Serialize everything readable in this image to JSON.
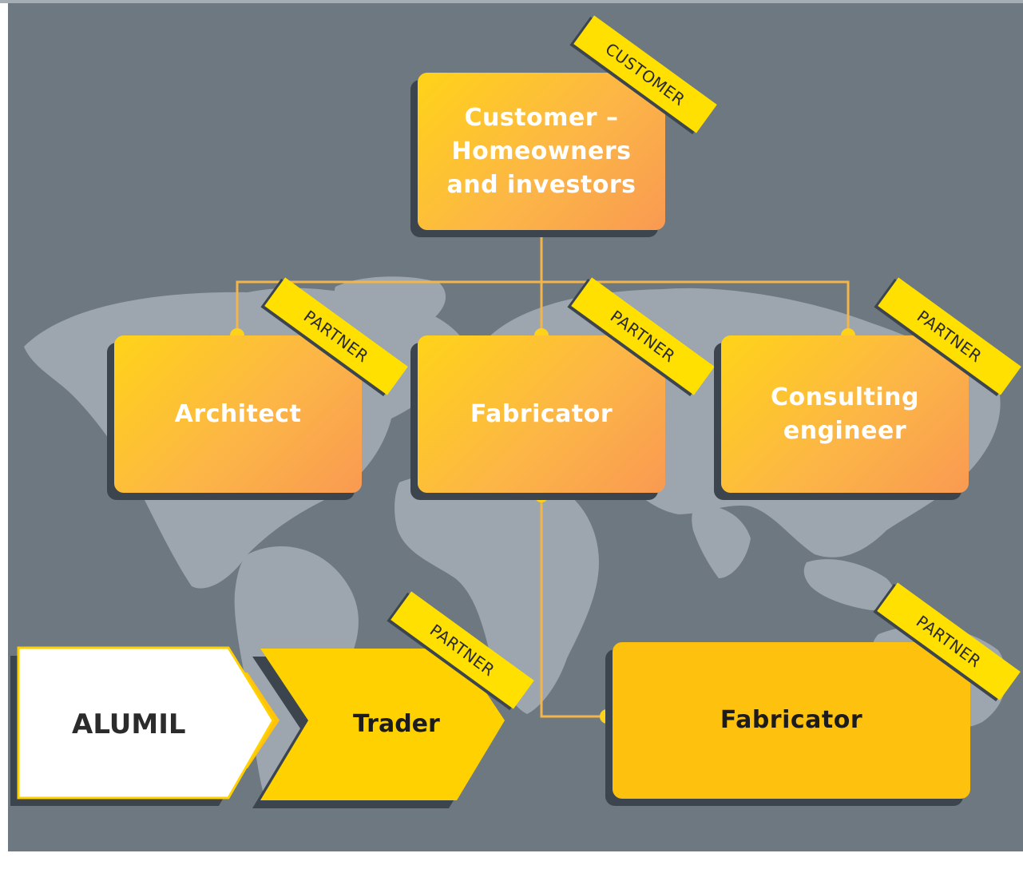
{
  "nodes": {
    "customer": {
      "label_lines": [
        "Customer –",
        "Homeowners",
        "and investors"
      ],
      "tag": "CUSTOMER"
    },
    "architect": {
      "label": "Architect",
      "tag": "PARTNER"
    },
    "fabricator_mid": {
      "label": "Fabricator",
      "tag": "PARTNER"
    },
    "consulting": {
      "label_lines": [
        "Consulting",
        "engineer"
      ],
      "tag": "PARTNER"
    },
    "alumil": {
      "label": "ALUMIL"
    },
    "trader": {
      "label": "Trader",
      "tag": "PARTNER"
    },
    "fabricator_bottom": {
      "label": "Fabricator",
      "tag": "PARTNER"
    }
  },
  "colors": {
    "background": "#6e7881",
    "map": "#9da6ae",
    "connector": "#f2b54a",
    "dot": "#ffd21a",
    "ribbon": "#ffe000",
    "shadow": "#3c454d"
  }
}
